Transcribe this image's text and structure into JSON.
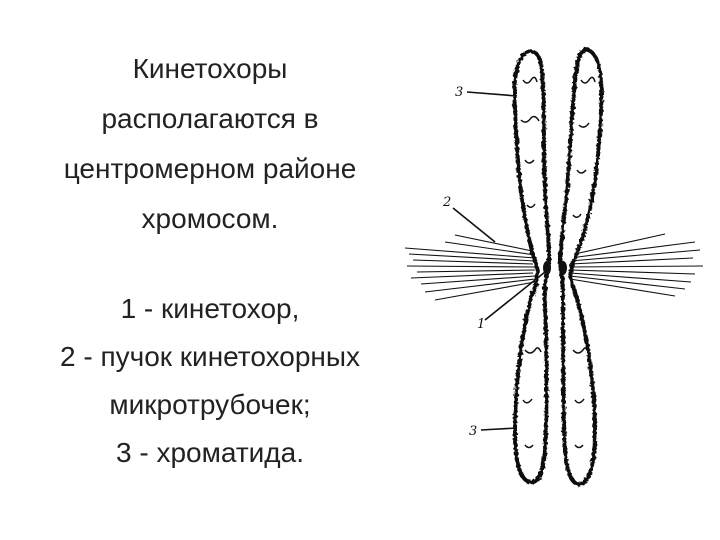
{
  "caption": {
    "heading": [
      "Кинетохоры",
      "располагаются в",
      "центромерном районе",
      "хромосом."
    ],
    "legend": [
      "1 - кинетохор,",
      "2 - пучок кинетохорных",
      "микротрубочек;",
      "3 - хроматида."
    ]
  },
  "diagram": {
    "labels": {
      "top_chromatid": "3",
      "bundle": "2",
      "kinetochore": "1",
      "bottom_chromatid": "3"
    },
    "colors": {
      "stroke": "#111111",
      "fill": "#ffffff"
    }
  }
}
